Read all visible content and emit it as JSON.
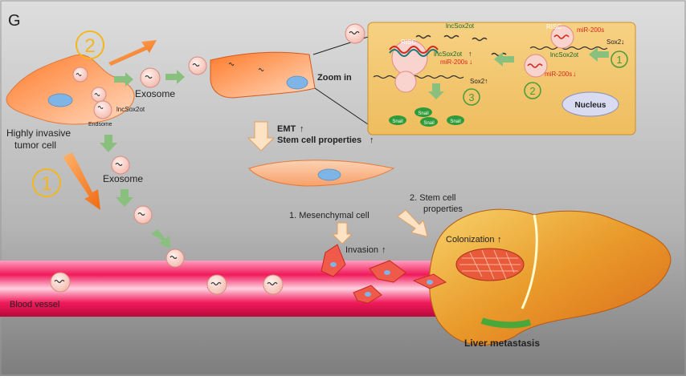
{
  "panel_letter": "G",
  "labels": {
    "highly_invasive": [
      "Highly invasive",
      "tumor cell"
    ],
    "endosome": "Endsome",
    "lncsox2ot_cell": "lncSox2ot",
    "exosome_top": "Exosome",
    "exosome_left": "Exosome",
    "zoom_in": "Zoom in",
    "emt": "EMT",
    "stem_props": "Stem cell properties",
    "mesenchymal": "1. Mesenchymal cell",
    "stem_cell_2": [
      "2. Stem cell",
      "properties"
    ],
    "invasion": "Invasion",
    "blood_vessel": "Blood vessel",
    "colonization": "Colonization",
    "liver_metastasis": "Liver metastasis",
    "nucleus": "Nucleus"
  },
  "steps": {
    "two_big": "2",
    "one_big": "1",
    "zoom_one": "1",
    "zoom_two": "2",
    "zoom_three": "3"
  },
  "zoom": {
    "risc_left": "RISC",
    "risc_right": "RISC",
    "lncsox2ot_top": "lncSox2ot",
    "lncsox2ot_mid": "lncSox2ot",
    "lncsox2ot_right": "lncSox2ot",
    "mir200s_left": "miR-200s",
    "mir200s_right": "miR-200s",
    "mir200s_top_right": "miR-200s",
    "sox2_right": "Sox2",
    "sox2_mid": "Sox2",
    "snail": [
      "Snail",
      "Snail",
      "Snail",
      "Snail"
    ]
  },
  "colors": {
    "background_top": "#d9d9d9",
    "background_bottom": "#7a7a7a",
    "vessel": "#e8124f",
    "cell_orange": "#f4a56a",
    "zoom_box": "#f2c572",
    "arrow_green": "#8ac07d",
    "step_circle_green": "#4a9a3a",
    "step_circle_yellow": "#f3b61f",
    "nucleus_blue": "#7fb5e6",
    "snail_green": "#2e9a3a",
    "mirna_red": "#d9261c"
  }
}
